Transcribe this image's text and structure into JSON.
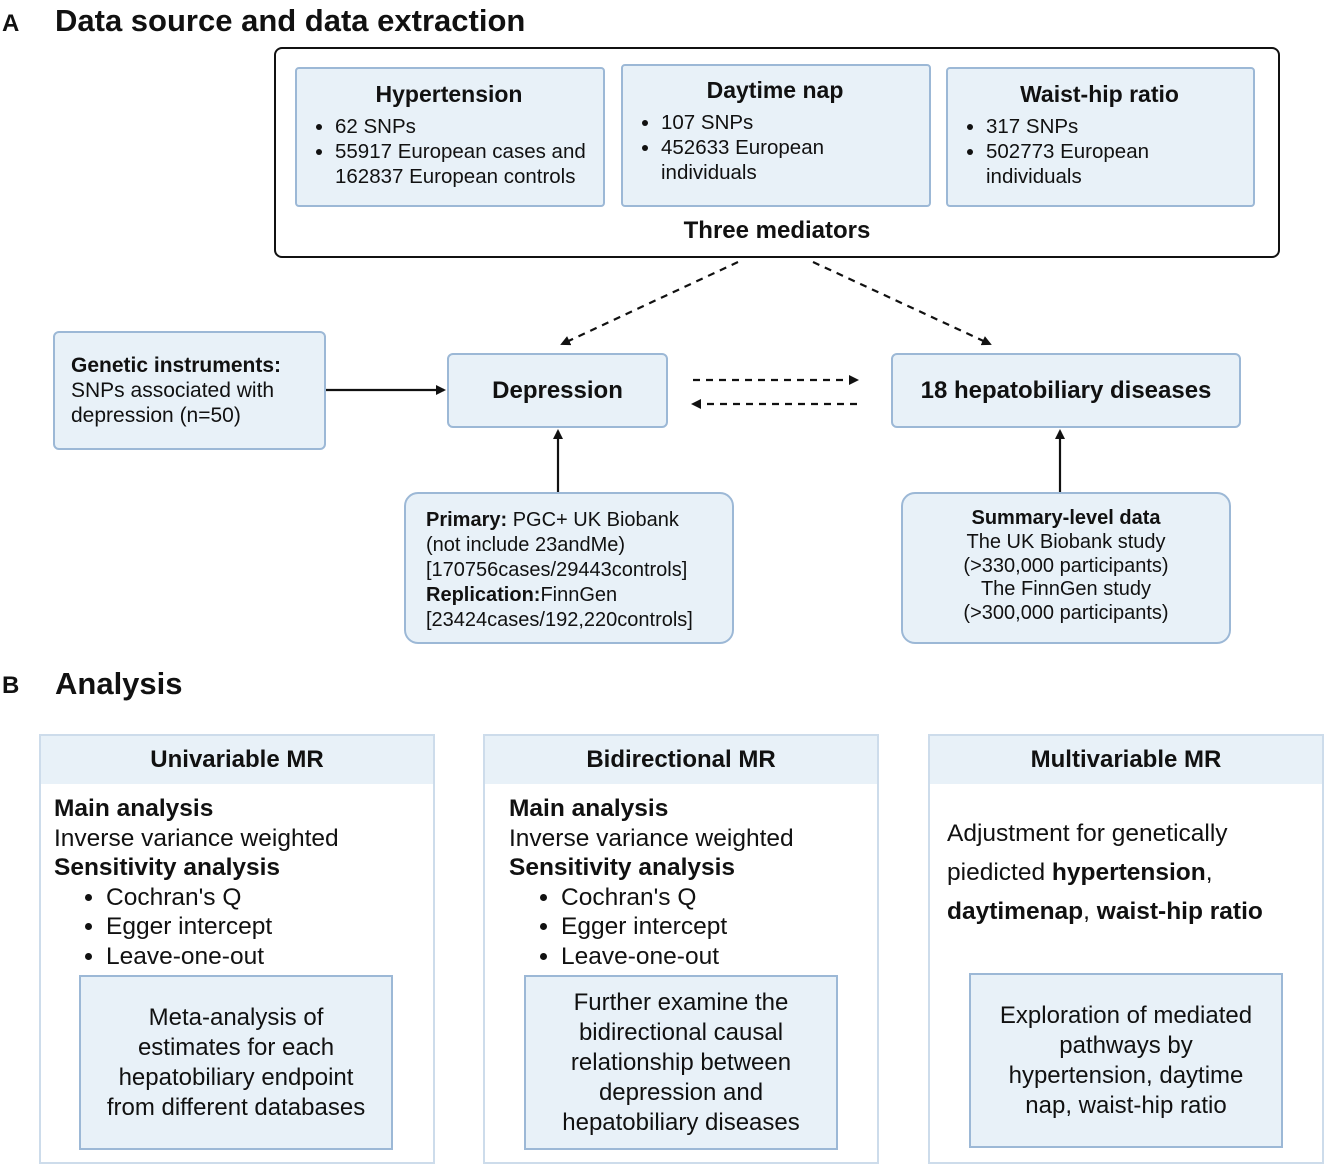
{
  "panel_a": {
    "letter": "A",
    "title": "Data source and data extraction",
    "mediators": [
      {
        "title": "Hypertension",
        "bullets": [
          "62 SNPs",
          "55917 European cases and 162837 European controls"
        ]
      },
      {
        "title": "Daytime nap",
        "bullets": [
          "107 SNPs",
          "452633 European individuals"
        ]
      },
      {
        "title": "Waist-hip ratio",
        "bullets": [
          "317 SNPs",
          "502773 European individuals"
        ]
      }
    ],
    "mediators_label": "Three mediators",
    "instruments_label": "Genetic instruments:",
    "instruments_text": "SNPs associated with depression (n=50)",
    "depression": "Depression",
    "hepatobiliary": "18 hepatobiliary diseases",
    "depression_source": {
      "primary_label": "Primary:",
      "primary_text1": " PGC+ UK Biobank",
      "primary_text2": "(not include 23andMe)",
      "primary_text3": "[170756cases/29443controls]",
      "replication_label": "Replication:",
      "replication_text1": "FinnGen",
      "replication_text2": "[23424cases/192,220controls]"
    },
    "summary": {
      "title": "Summary-level data",
      "lines": [
        "The UK Biobank study",
        "(>330,000 participants)",
        "The FinnGen study",
        "(>300,000 participants)"
      ]
    }
  },
  "panel_b": {
    "letter": "B",
    "title": "Analysis",
    "univariable": {
      "header": "Univariable MR",
      "main_label": "Main analysis",
      "main_text": "Inverse variance weighted",
      "sens_label": "Sensitivity analysis",
      "bullets": [
        "Cochran's Q",
        "Egger intercept",
        "Leave-one-out"
      ],
      "note": "Meta-analysis of estimates for each hepatobiliary endpoint from different databases"
    },
    "bidirectional": {
      "header": "Bidirectional MR",
      "main_label": "Main analysis",
      "main_text": "Inverse variance weighted",
      "sens_label": "Sensitivity analysis",
      "bullets": [
        "Cochran's Q",
        "Egger intercept",
        "Leave-one-out"
      ],
      "note": "Further examine the bidirectional causal relationship between depression and hepatobiliary diseases"
    },
    "multivariable": {
      "header": "Multivariable MR",
      "text1": "Adjustment for genetically",
      "text2": "piedicted ",
      "bold1": "hypertension",
      "comma1": ",",
      "bold2": "daytimenap",
      "comma2": ", ",
      "bold3": "waist-hip ratio",
      "note": "Exploration of mediated pathways by hypertension, daytime nap, waist-hip ratio"
    }
  },
  "colors": {
    "box_fill": "#e8f1f8",
    "box_border": "#9cb8d6",
    "light_border": "#cddceb"
  }
}
